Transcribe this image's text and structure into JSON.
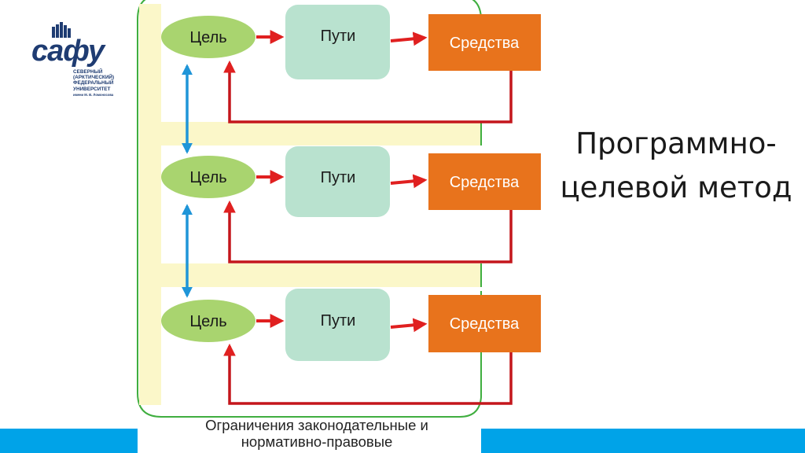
{
  "slide": {
    "title_line1": "Программно-",
    "title_line2": "целевой метод",
    "caption_line1": "Ограничения законодательные и",
    "caption_line2": "нормативно-правовые"
  },
  "logo": {
    "wordmark": "сафу",
    "lines": [
      "СЕВЕРНЫЙ",
      "(АРКТИЧЕСКИЙ)",
      "ФЕДЕРАЛЬНЫЙ",
      "УНИВЕРСИТЕТ",
      "имени М. В. Ломоносова"
    ]
  },
  "diagram": {
    "rows": [
      {
        "goal": "Цель",
        "ways": "Пути",
        "means": "Средства"
      },
      {
        "goal": "Цель",
        "ways": "Пути",
        "means": "Средства"
      },
      {
        "goal": "Цель",
        "ways": "Пути",
        "means": "Средства"
      }
    ]
  },
  "colors": {
    "goal_fill": "#a9d46f",
    "ways_fill": "#b9e2cf",
    "means_fill": "#e8731c",
    "arrow_red": "#e02020",
    "arrow_blue": "#1f95d8",
    "band_fill": "#fbf7c9",
    "frame_green": "#3fae3f",
    "footer_blue": "#00a3e8"
  }
}
